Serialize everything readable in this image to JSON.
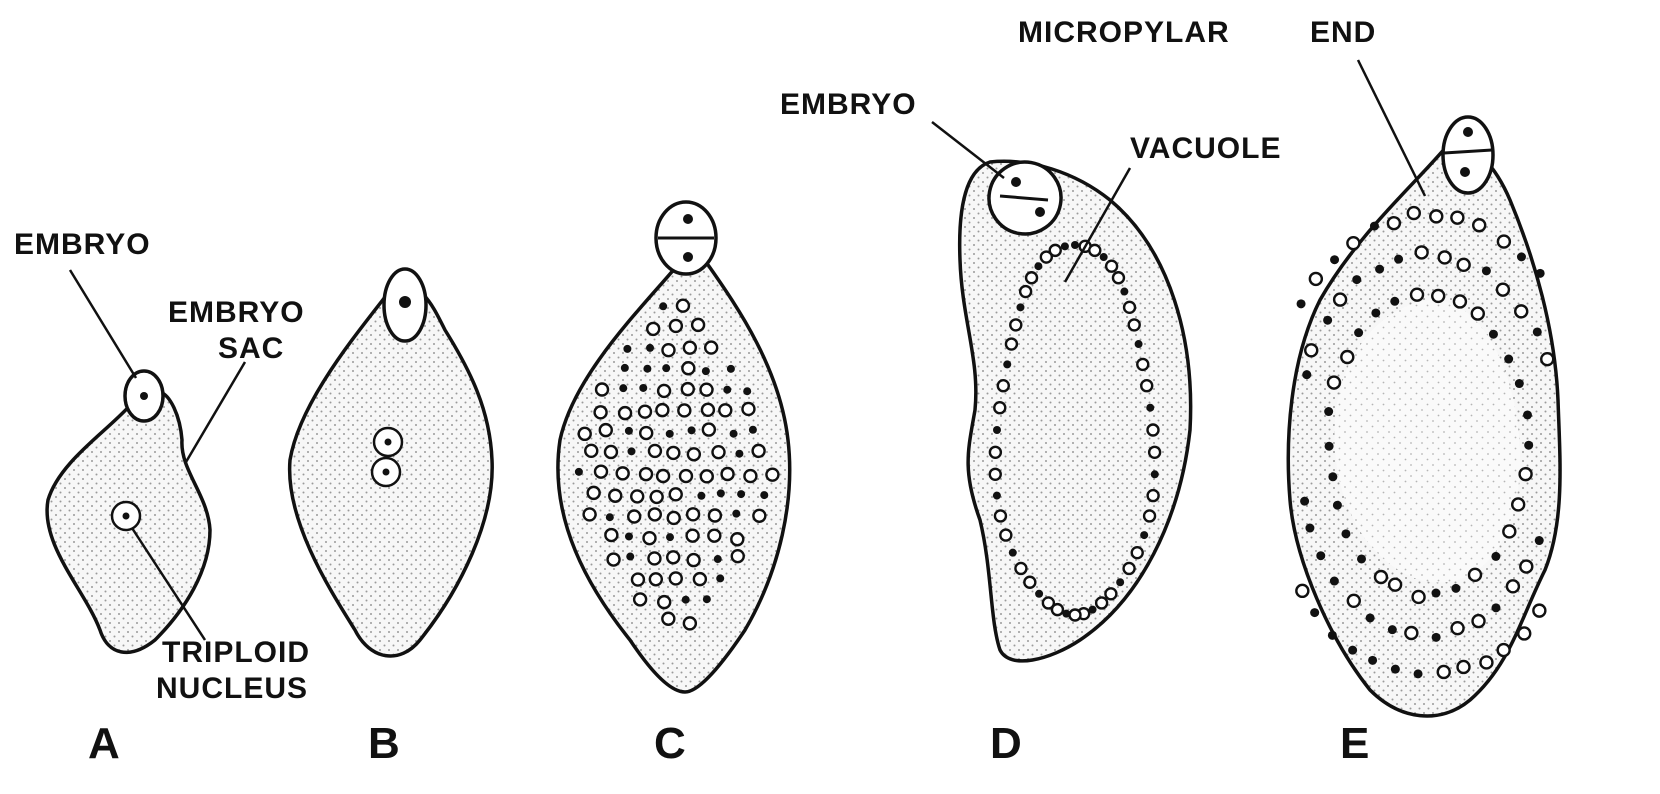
{
  "labels": {
    "embryo_a": "EMBRYO",
    "embryo_sac_line1": "EMBRYO",
    "embryo_sac_line2": "SAC",
    "triploid_line1": "TRIPLOID",
    "triploid_line2": "NUCLEUS",
    "embryo_d": "EMBRYO",
    "vacuole": "VACUOLE",
    "micropylar": "MICROPYLAR",
    "end": "END"
  },
  "panels": [
    "A",
    "B",
    "C",
    "D",
    "E"
  ],
  "colors": {
    "ink": "#111111",
    "fill": "#f3f3f3",
    "background": "#ffffff"
  }
}
